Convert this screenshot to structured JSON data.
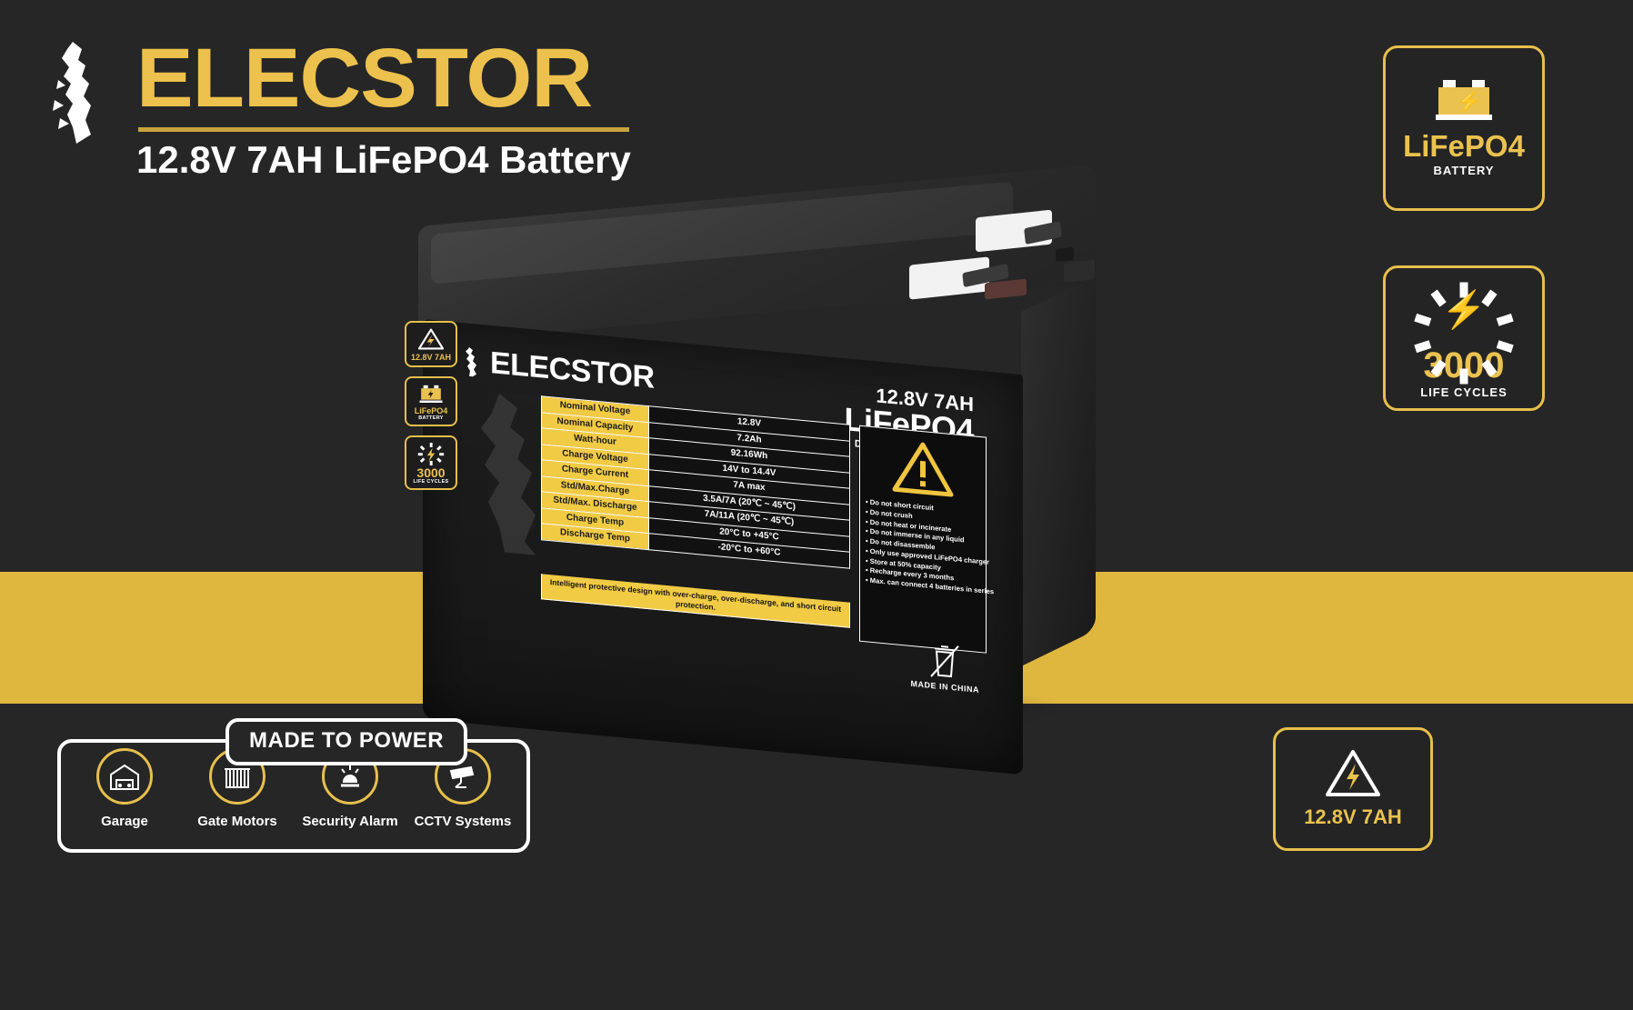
{
  "brand": {
    "name": "ELECSTOR",
    "tagline": "12.8V 7AH LiFePO4 Battery",
    "logo_icon": "elecstor-spartan-logo-icon"
  },
  "colors": {
    "background": "#262626",
    "accent_yellow": "#e7bf4c",
    "label_yellow": "#f2cb45",
    "band_yellow": "#dfb73f",
    "white": "#ffffff"
  },
  "badges": [
    {
      "icon": "battery-bolt-icon",
      "title": "LiFePO4",
      "subtitle": "BATTERY"
    },
    {
      "icon": "cycle-burst-bolt-icon",
      "title": "3000",
      "subtitle": "LIFE CYCLES"
    }
  ],
  "corner_badge": {
    "icon": "warning-triangle-bolt-icon",
    "label": "12.8V 7AH"
  },
  "made_to_power": {
    "heading": "MADE TO POWER",
    "items": [
      {
        "icon": "garage-icon",
        "label": "Garage"
      },
      {
        "icon": "gate-motor-icon",
        "label": "Gate Motors"
      },
      {
        "icon": "security-alarm-icon",
        "label": "Security Alarm"
      },
      {
        "icon": "cctv-camera-icon",
        "label": "CCTV Systems"
      }
    ]
  },
  "product_label": {
    "logo_text": "ELECSTOR",
    "logo_icon": "elecstor-spartan-logo-icon",
    "headline_volt": "12.8V 7AH",
    "headline_chem": "LiFePO4",
    "headline_sub": "DEEP CYCLE BATTERY",
    "spec_table": {
      "rows": [
        {
          "key": "Nominal Voltage",
          "value": "12.8V"
        },
        {
          "key": "Nominal Capacity",
          "value": "7.2Ah"
        },
        {
          "key": "Watt-hour",
          "value": "92.16Wh"
        },
        {
          "key": "Charge Voltage",
          "value": "14V  to 14.4V"
        },
        {
          "key": "Charge Current",
          "value": "7A max"
        },
        {
          "key": "Std/Max.Charge",
          "value": "3.5A/7A (20℃ ~ 45℃)"
        },
        {
          "key": "Std/Max. Discharge",
          "value": "7A/11A (20℃ ~ 45℃)"
        },
        {
          "key": "Charge Temp",
          "value": "20°C to +45°C"
        },
        {
          "key": "Discharge Temp",
          "value": "-20°C to +60°C"
        }
      ],
      "footer": "Intelligent protective design with over-charge, over-discharge, and short circuit protection."
    },
    "warning_panel": {
      "icon": "warning-exclamation-triangle-icon",
      "bullets": [
        "• Do not short circuit",
        "• Do not crush",
        "• Do not heat or incinerate",
        "• Do not immerse in any liquid",
        "• Do not disassemble",
        "• Only use approved LiFePO4 charger",
        "• Store at 50% capacity",
        "• Recharge every 3 months",
        "• Max. can connect 4 batteries in series"
      ]
    },
    "mini_badges": [
      {
        "icon": "warning-triangle-bolt-icon",
        "label": "12.8V  7AH"
      },
      {
        "icon": "battery-bolt-icon",
        "label": "LiFePO4",
        "sub": "BATTERY"
      },
      {
        "icon": "cycle-burst-bolt-icon",
        "label": "3000",
        "sub": "LIFE CYCLES"
      }
    ],
    "origin": {
      "icon": "weee-crossed-bin-icon",
      "text": "MADE IN CHINA"
    }
  }
}
